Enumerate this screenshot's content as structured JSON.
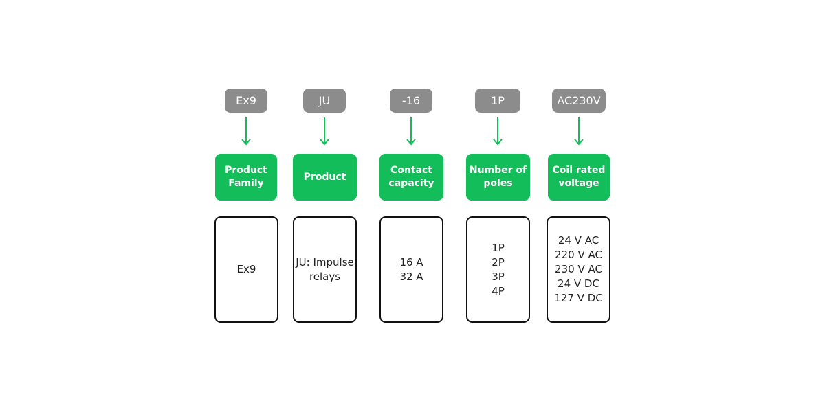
{
  "columns": [
    {
      "code": "Ex9",
      "category": "Product\nFamily",
      "options": [
        "Ex9"
      ]
    },
    {
      "code": "JU",
      "category": "Product",
      "options": [
        "JU: Impulse",
        "relays"
      ]
    },
    {
      "code": "-16",
      "category": "Contact\ncapacity",
      "options": [
        "16 A",
        "32 A"
      ]
    },
    {
      "code": "1P",
      "category": "Number of\npoles",
      "options": [
        "1P",
        "2P",
        "3P",
        "4P"
      ]
    },
    {
      "code": "AC230V",
      "category": "Coil rated\nvoltage",
      "options": [
        "24 V AC",
        "220 V AC",
        "230 V AC",
        "24 V DC",
        "127 V DC"
      ]
    }
  ],
  "colors": {
    "code_pill": "#8c8c8c",
    "category_box": "#12bd5a",
    "arrow": "#12bd5a",
    "options_border": "#111111"
  }
}
